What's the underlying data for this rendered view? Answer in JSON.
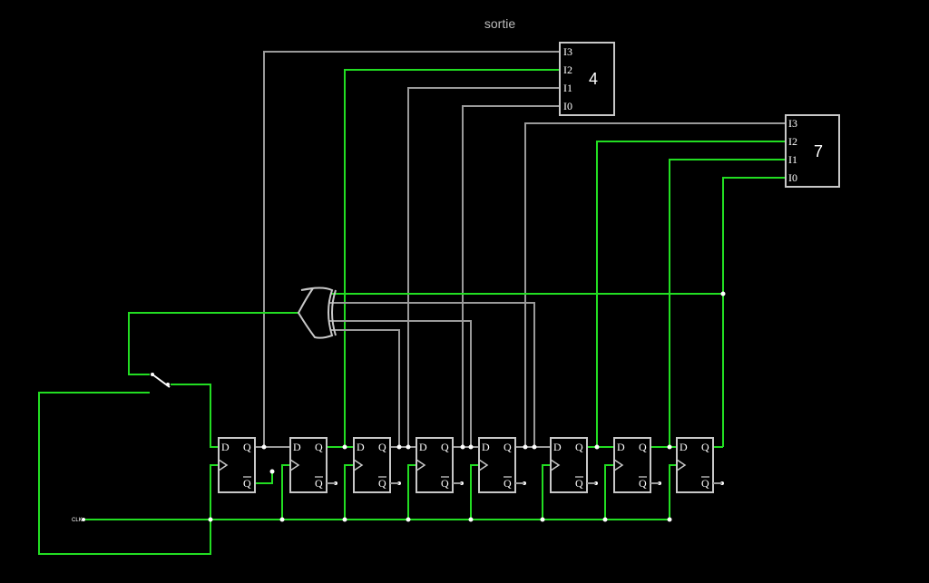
{
  "title": "sortie",
  "display_high": {
    "value": "4",
    "pins": [
      "I3",
      "I2",
      "I1",
      "I0"
    ]
  },
  "display_low": {
    "value": "7",
    "pins": [
      "I3",
      "I2",
      "I1",
      "I0"
    ]
  },
  "clock_label": "CLK",
  "flipflop": {
    "d": "D",
    "q": "Q",
    "qbar": "Q"
  },
  "colors": {
    "active_wire": "#22dd22",
    "inactive_wire": "#9a9a9a",
    "background": "#000000",
    "component": "#c8c8c8"
  }
}
